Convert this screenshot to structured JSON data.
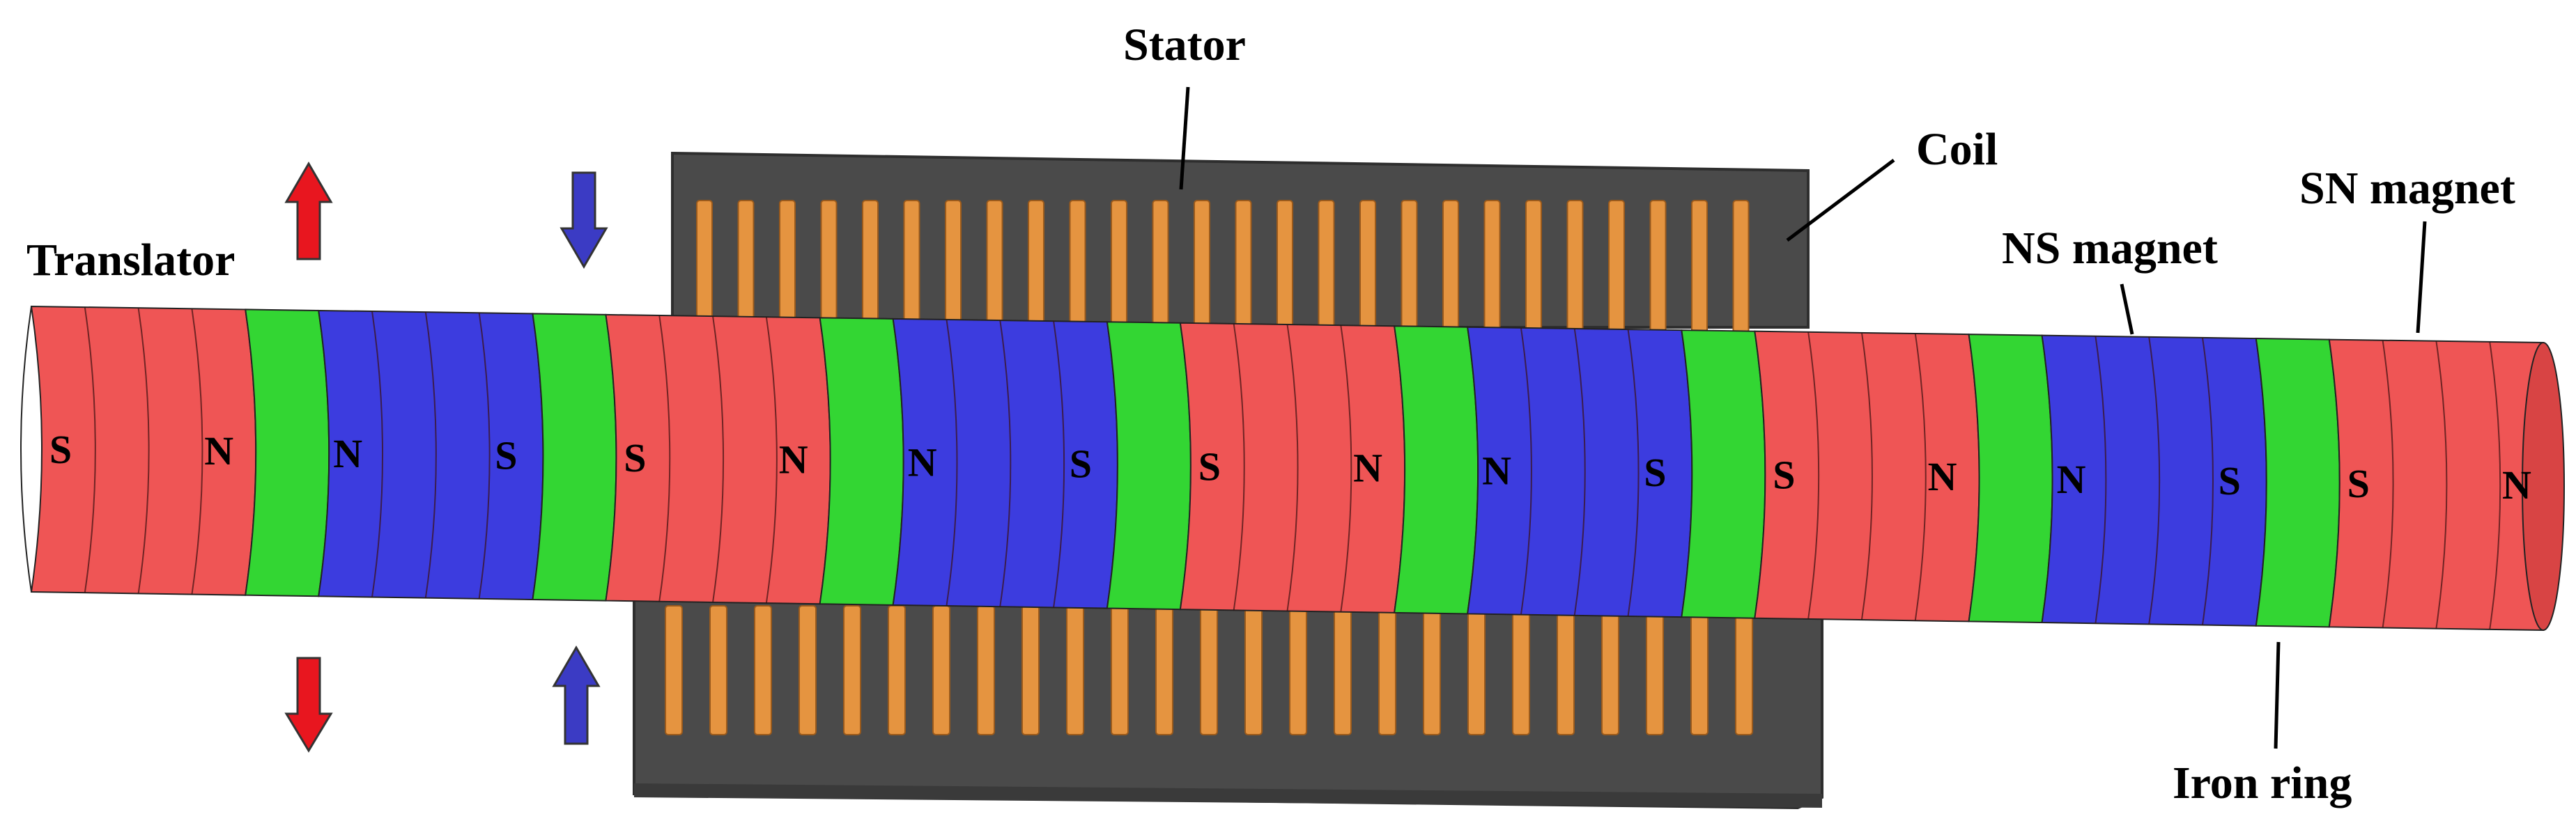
{
  "labels": {
    "stator": "Stator",
    "coil": "Coil",
    "translator": "Translator",
    "ns_magnet": "NS magnet",
    "sn_magnet": "SN magnet",
    "iron_ring": "Iron ring"
  },
  "colors": {
    "red_magnet": "#ef5555",
    "red_magnet_side": "#d84444",
    "blue_magnet": "#3c3cdf",
    "blue_magnet_side": "#2c2cc0",
    "iron_ring": "#33d633",
    "stator": "#4a4a4a",
    "stator_edge": "#2e2e2e",
    "coil": "#e59440",
    "coil_edge": "#9a5a1c",
    "arrow_red": "#e8161f",
    "arrow_blue": "#3b3bc4"
  },
  "segments": [
    {
      "kind": "red",
      "left": "S",
      "right": "N"
    },
    {
      "kind": "green"
    },
    {
      "kind": "blue",
      "left": "N",
      "right": "S"
    },
    {
      "kind": "green"
    },
    {
      "kind": "red",
      "left": "S",
      "right": "N"
    },
    {
      "kind": "green"
    },
    {
      "kind": "blue",
      "left": "N",
      "right": "S"
    },
    {
      "kind": "green"
    },
    {
      "kind": "red",
      "left": "S",
      "right": "N"
    },
    {
      "kind": "green"
    },
    {
      "kind": "blue",
      "left": "N",
      "right": "S"
    },
    {
      "kind": "green"
    },
    {
      "kind": "red",
      "left": "S",
      "right": "N"
    },
    {
      "kind": "green"
    },
    {
      "kind": "blue",
      "left": "N",
      "right": "S"
    },
    {
      "kind": "green"
    },
    {
      "kind": "red",
      "left": "S",
      "right": "N"
    }
  ],
  "coil_count_top": 26,
  "coil_count_bottom": 25
}
